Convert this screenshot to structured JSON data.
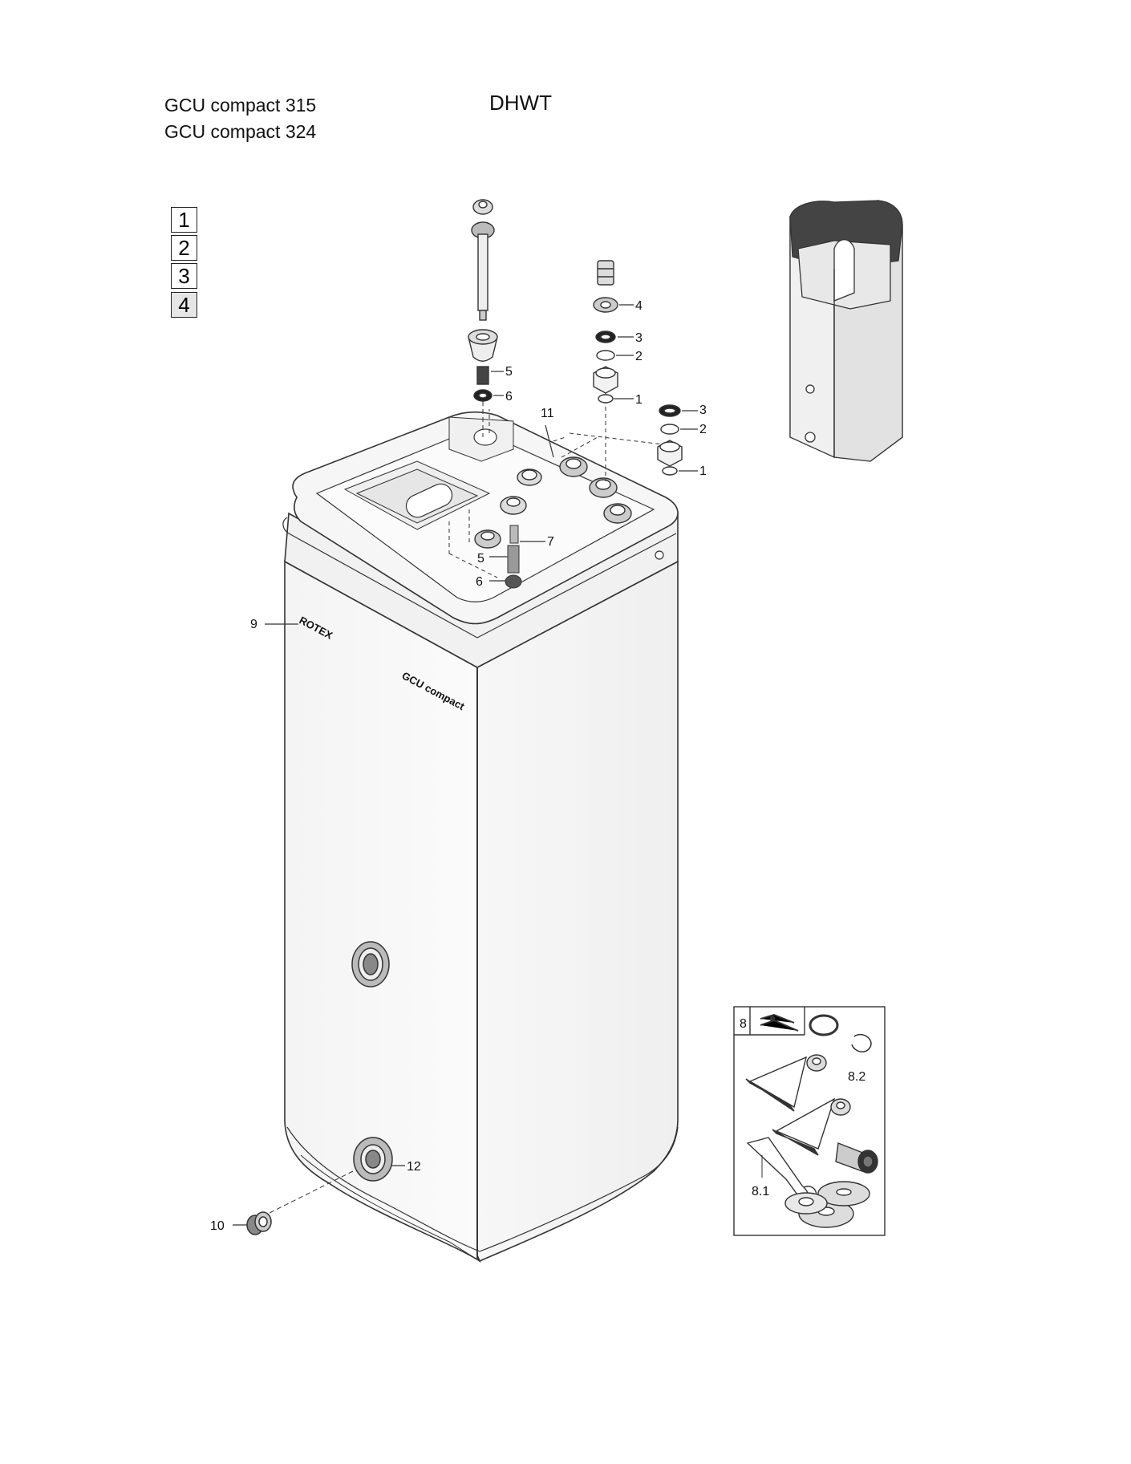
{
  "header": {
    "model_lines": [
      "GCU compact 315",
      "GCU compact 324"
    ],
    "title": "DHWT"
  },
  "page_selector": {
    "pages": [
      "1",
      "2",
      "3",
      "4"
    ],
    "active": "4"
  },
  "unit_labels": {
    "brand": "ROTEX",
    "model": "GCU compact"
  },
  "part_labels": [
    "1",
    "2",
    "3",
    "4",
    "5",
    "6",
    "7",
    "9",
    "10",
    "11",
    "12",
    "1",
    "2",
    "3",
    "5",
    "6"
  ],
  "accessory_kit": {
    "number": "8",
    "labels": [
      "8.1",
      "8.2"
    ]
  }
}
